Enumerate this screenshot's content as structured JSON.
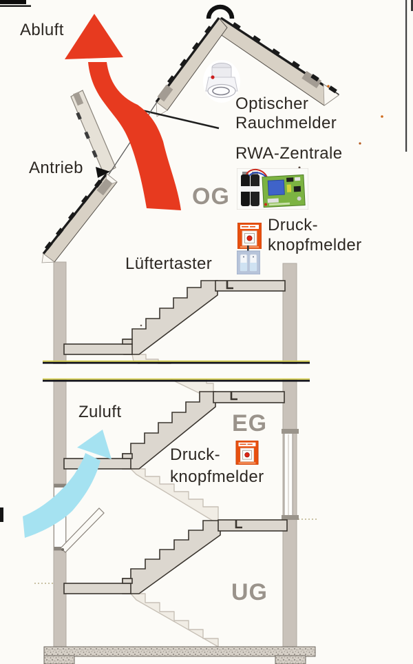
{
  "annotations": {
    "abluft": "Abluft",
    "antrieb": "Antrieb",
    "rauchmelder": [
      "Optischer",
      "Rauchmelder"
    ],
    "rwa_zentrale": "RWA-Zentrale",
    "druckknopfmelder_og": [
      "Druck-",
      "knopfmelder"
    ],
    "lueftertaster": "Lüftertaster",
    "zuluft": "Zuluft",
    "druckknopfmelder_eg": [
      "Druck-",
      "knopfmelder"
    ]
  },
  "floors": {
    "og": "OG",
    "eg": "EG",
    "ug": "UG"
  },
  "colors": {
    "exhaust_arrow": "#e73a1f",
    "supply_arrow": "#a5e2f1",
    "call_point_orange": "#e8500f",
    "floor_label_gray": "#9a938b",
    "structure_fill": "#dcd7cf",
    "wall_fill": "#c9c2ba",
    "pcb_green": "#7cb342"
  },
  "icons": [
    {
      "name": "smoke-detector-icon",
      "depicts": "optical smoke detector at roof ridge"
    },
    {
      "name": "rwa-control-unit-image",
      "depicts": "RWA control panel circuit board with batteries"
    },
    {
      "name": "call-point-icon-og",
      "depicts": "orange manual push-button detector"
    },
    {
      "name": "vent-switch-icon",
      "depicts": "ventilation rocker switch"
    },
    {
      "name": "call-point-icon-eg",
      "depicts": "orange manual push-button detector"
    }
  ]
}
